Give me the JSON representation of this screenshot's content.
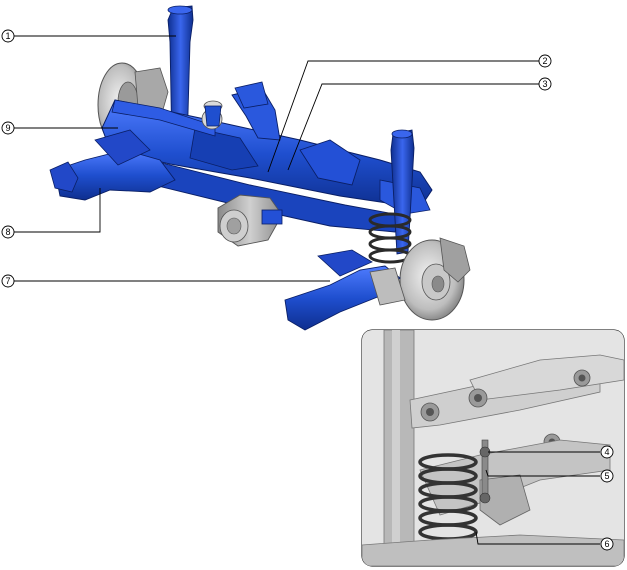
{
  "callouts": [
    {
      "id": "1",
      "label": "1"
    },
    {
      "id": "2",
      "label": "2"
    },
    {
      "id": "3",
      "label": "3"
    },
    {
      "id": "4",
      "label": "4"
    },
    {
      "id": "5",
      "label": "5"
    },
    {
      "id": "6",
      "label": "6"
    },
    {
      "id": "7",
      "label": "7"
    },
    {
      "id": "8",
      "label": "8"
    },
    {
      "id": "9",
      "label": "9"
    }
  ],
  "colors": {
    "highlight": "#1f4fcf",
    "highlight_dark": "#0e2f8f",
    "highlight_light": "#4f7cff",
    "metal": "#bdbdbd",
    "metal_dark": "#7a7a7a",
    "inset_bg": "#d9d9d9"
  }
}
